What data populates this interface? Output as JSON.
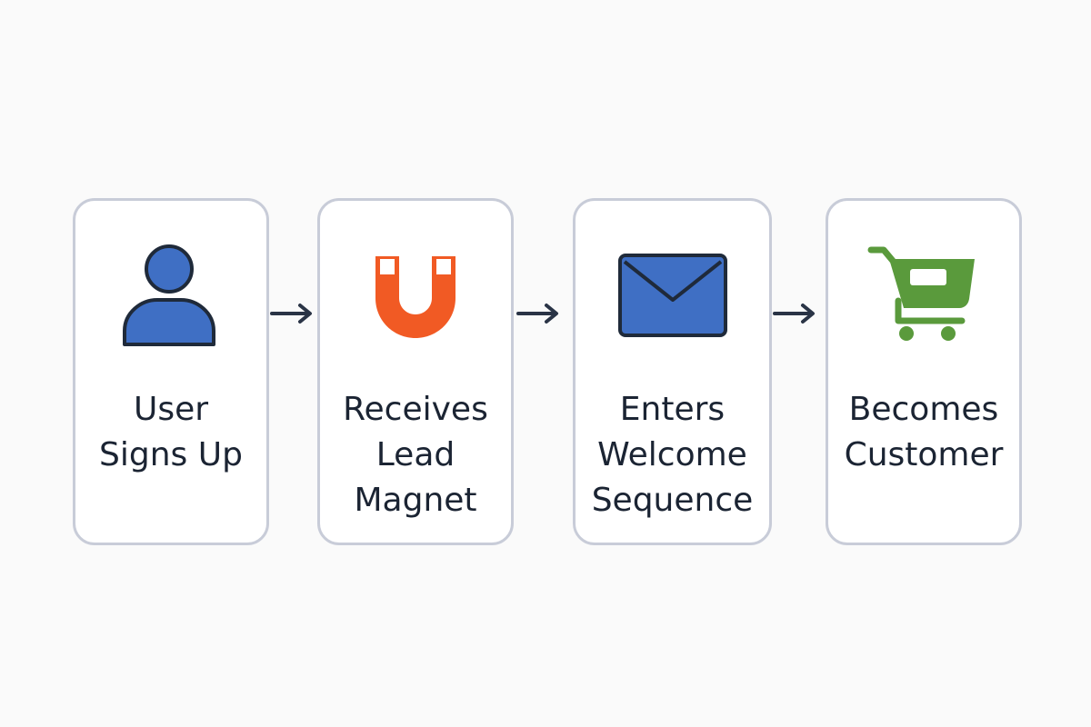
{
  "steps": [
    {
      "label": "User\nSigns Up",
      "icon": "user-icon"
    },
    {
      "label": "Receives\nLead\nMagnet",
      "icon": "magnet-icon"
    },
    {
      "label": "Enters\nWelcome\nSequence",
      "icon": "envelope-icon"
    },
    {
      "label": "Becomes\nCustomer",
      "icon": "shopping-cart-icon"
    }
  ],
  "colors": {
    "user": "#3f6fc4",
    "magnet": "#f15a24",
    "envelope": "#3f6fc4",
    "cart": "#5a9a3c",
    "outline": "#1f2a3a",
    "card_border": "#c8ccd8",
    "arrow": "#2a3446"
  }
}
